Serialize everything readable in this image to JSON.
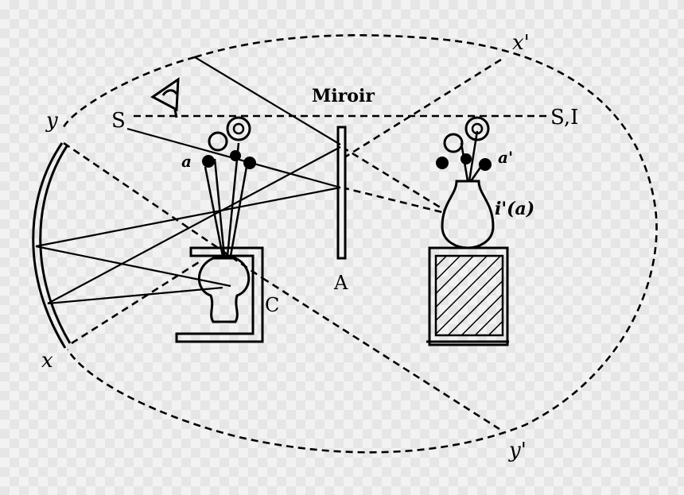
{
  "labels": {
    "miroir": "Miroir",
    "s": "S",
    "si": "S,I",
    "y": "y",
    "x": "x",
    "x_prime": "x'",
    "y_prime": "y'",
    "a": "a",
    "a_prime": "a'",
    "i_prime_a": "i'(a)",
    "A": "A",
    "C": "C"
  },
  "style": {
    "ink": "#000000",
    "hatch": "#000000"
  }
}
